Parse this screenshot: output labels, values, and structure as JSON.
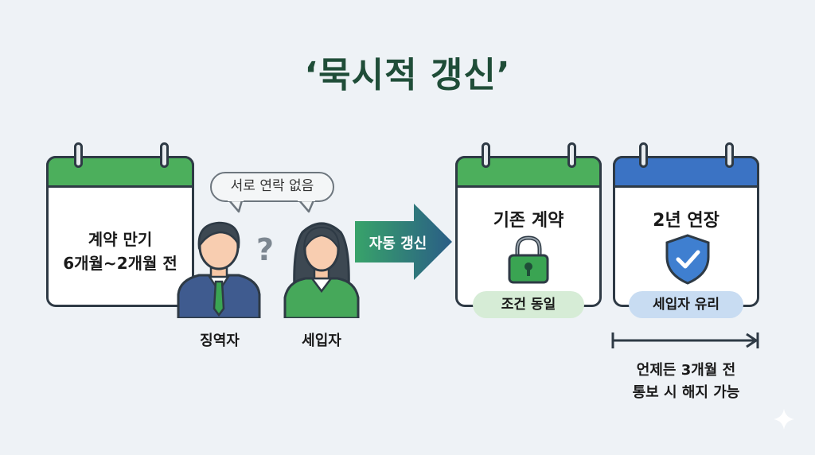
{
  "title": "‘묵시적 갱신’",
  "left_calendar": {
    "line1": "계약 만기",
    "line2": "6개월~2개월 전",
    "header_color": "#4caf5c"
  },
  "speech_bubble": "서로 연락 없음",
  "question_mark": "?",
  "people": [
    {
      "label": "징역자",
      "icon": "man-suit-icon"
    },
    {
      "label": "세입자",
      "icon": "woman-icon"
    }
  ],
  "arrow": {
    "label": "자동 갱신",
    "color": "#2e6e6a"
  },
  "existing_contract": {
    "title": "기존 계약",
    "icon": "lock-icon",
    "pill": "조건 동일",
    "header_color": "#4caf5c",
    "pill_color": "#d6ecd6"
  },
  "extension": {
    "title": "2년 연장",
    "icon": "shield-check-icon",
    "pill": "세입자 유리",
    "header_color": "#3b73c4",
    "pill_color": "#c8dcf2"
  },
  "note": {
    "line1": "언제든 3개월 전",
    "line2": "통보 시 해지 가능"
  }
}
